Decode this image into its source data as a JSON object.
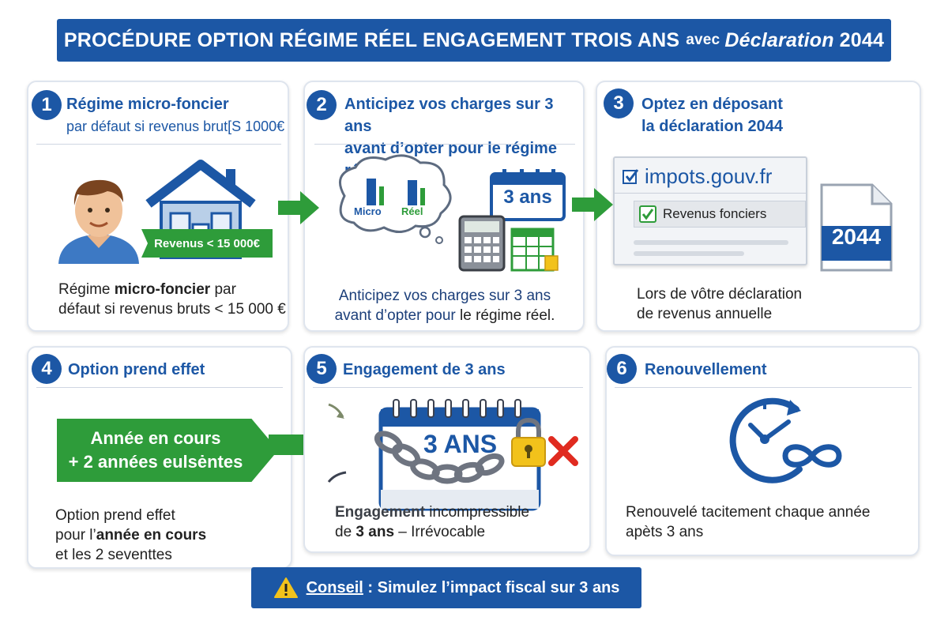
{
  "title": {
    "main": "PROCÉDURE OPTION RÉGIME RÉEL ENGAGEMENT TROIS ANS",
    "connector": "avec",
    "doc": "Déclaration",
    "year": "2044"
  },
  "colors": {
    "blue": "#1c57a5",
    "green": "#2e9c3a",
    "red": "#e02b20",
    "yellow": "#f2c21b"
  },
  "steps": [
    {
      "number": "1",
      "heading": "Régime micro-foncier",
      "subheading": "par défaut si revenus brut[S 1000€",
      "badge": "Revenus <  15 000€",
      "desc_line1_pre": "Régime ",
      "desc_line1_bold": "micro-foncier",
      "desc_line1_post": " par",
      "desc_line2": "défaut si revenus bruts < 15 000 €",
      "icons": [
        "man-avatar-icon",
        "house-icon"
      ]
    },
    {
      "number": "2",
      "heading_line1": "Anticipez vos charges sur 3 ans",
      "heading_line2": "avant d’opter pour le régime réel",
      "bubble_label1": "Micro",
      "bubble_label2": "Réel",
      "calendar_label": "3 ans",
      "desc_line1": "Anticipez vos charges sur 3 ans",
      "desc_line2_pre": "avant d’opter pour ",
      "desc_line2_post": "le régime réel.",
      "icons": [
        "thought-bubble-icon",
        "calculator-icon",
        "spreadsheet-icon",
        "calendar-icon"
      ]
    },
    {
      "number": "3",
      "heading_line1": "Optez en déposant",
      "heading_line2": "la déclaration 2044",
      "site": "impots.gouv.fr",
      "checkbox_label": "Revenus fonciers",
      "doc_label": "2044",
      "desc_line1": "Lors de vôtre déclaration",
      "desc_line2": "de revenus annuelle",
      "icons": [
        "browser-window-icon",
        "checkbox-icon",
        "document-icon"
      ]
    },
    {
      "number": "4",
      "heading": "Option prend effet",
      "arrow_line1": "Année en cours",
      "arrow_line2": "+ 2 années eulsėntes",
      "desc_line1": "Option prend effet",
      "desc_line2_pre": "pour l’",
      "desc_line2_bold": "année en cours",
      "desc_line3": "et les 2 seventtes"
    },
    {
      "number": "5",
      "heading": "Engagement de 3 ans",
      "calendar_label": "3 ANS",
      "desc_line1_bold": "Engagement",
      "desc_line1_post": "  incompressible",
      "desc_line2_pre": "de ",
      "desc_line2_bold": "3 ans",
      "desc_line2_post": " – Irrévocable",
      "icons": [
        "calendar-icon",
        "chain-icon",
        "padlock-icon",
        "red-cross-icon"
      ]
    },
    {
      "number": "6",
      "heading": "Renouvellement",
      "desc_line1": "Renouvelé tacitement chaque année",
      "desc_line2": "apèts 3 ans",
      "icons": [
        "clock-icon",
        "infinity-icon"
      ]
    }
  ],
  "tip": {
    "label": "Conseil",
    "text": " : Simulez l’impact fiscal sur 3 ans",
    "icon": "warning-icon"
  }
}
